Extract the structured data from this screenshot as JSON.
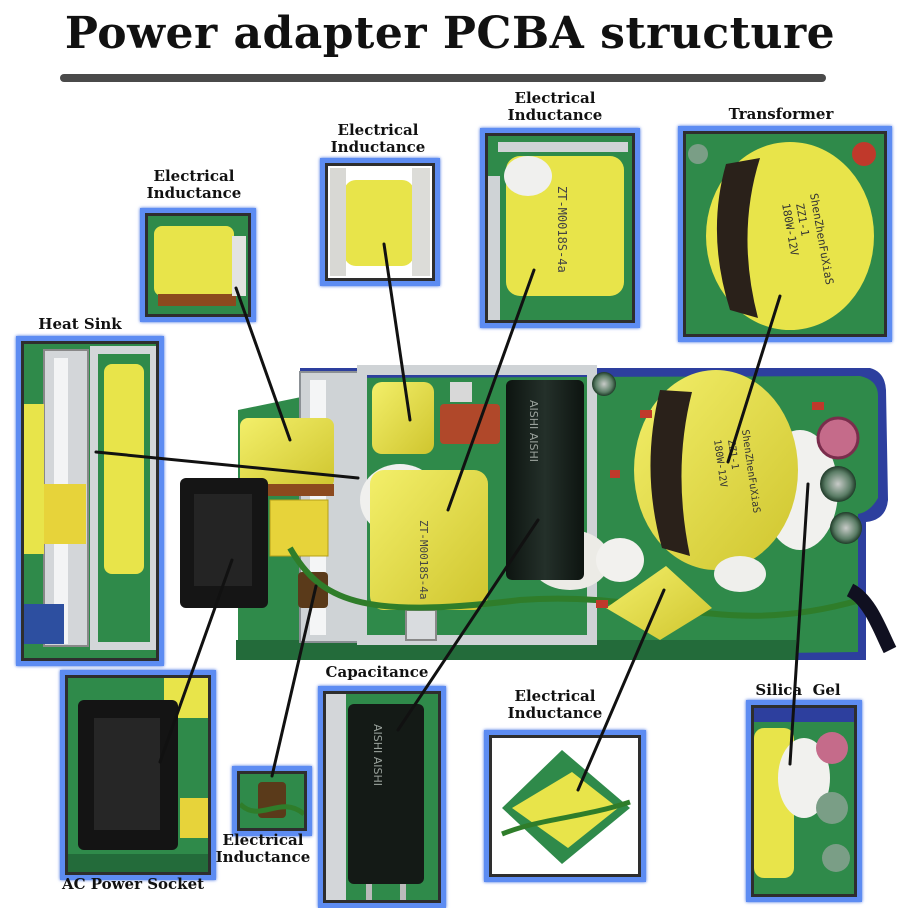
{
  "title": "Power adapter PCBA structure",
  "labels": {
    "inductance_a": [
      "Electrical",
      "Inductance"
    ],
    "inductance_b": [
      "Electrical",
      "Inductance"
    ],
    "inductance_c": [
      "Electrical",
      "Inductance"
    ],
    "transformer": "Transformer",
    "heat_sink": "Heat Sink",
    "capacitance": "Capacitance",
    "inductance_d": [
      "Electrical",
      "Inductance"
    ],
    "inductance_e": [
      "Electrical",
      "Inductance"
    ],
    "silica_gel": "Silica  Gel",
    "ac_power_socket": "AC Power Socket"
  },
  "component_markings": {
    "choke_text": "ZT-M0018S-4a",
    "transformer_text_1": "ShenZhenFuXiaS",
    "transformer_text_2": "ZZ1-1",
    "transformer_text_3": "180W-12V",
    "capacitor_text": "AISHI AISHI"
  },
  "colors": {
    "callout_border": "#5d8cf2",
    "pcb_green": "#2f8a4a",
    "pcb_blue_edge": "#2d3f9e",
    "yellow_tape": "#e8e44a",
    "leader_line": "#111111"
  }
}
